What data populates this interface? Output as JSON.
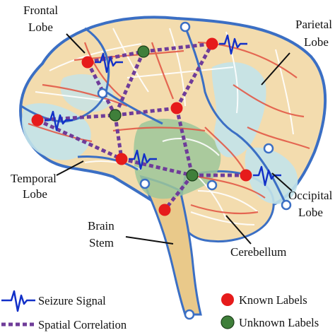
{
  "colors": {
    "background": "#ffffff",
    "brain_fill": "#f3dcae",
    "brain_outline": "#3b6fc4",
    "green_region": "#9cc79a",
    "blue_region": "#c3e3ea",
    "road": "#e35a48",
    "street": "#ffffff",
    "known_node": "#e61b1b",
    "unknown_node": "#3f7f3a",
    "junction_node": "#ffffff",
    "seizure_signal": "#1230c8",
    "spatial_correlation": "#6f3c99",
    "leader_line": "#111111"
  },
  "icons": {
    "seizure": "seizure-signal-icon",
    "correlation": "spatial-correlation-icon",
    "known": "known-label-dot-icon",
    "unknown": "unknown-label-dot-icon"
  },
  "labels": {
    "frontal": [
      "Frontal",
      "Lobe"
    ],
    "parietal": [
      "Parietal",
      "Lobe"
    ],
    "temporal": [
      "Temporal",
      "Lobe"
    ],
    "occipital": [
      "Occipital",
      "Lobe"
    ],
    "brain_stem": [
      "Brain",
      "Stem"
    ],
    "cerebellum": "Cerebellum"
  },
  "legend": {
    "seizure_signal": "Seizure Signal",
    "spatial_correlation": "Spatial Correlation",
    "known_labels": "Known Labels",
    "unknown_labels": "Unknown Labels"
  },
  "graph": {
    "nodes": [
      {
        "id": "n1",
        "status": "known"
      },
      {
        "id": "n2",
        "status": "unknown"
      },
      {
        "id": "n3",
        "status": "known"
      },
      {
        "id": "n4",
        "status": "known"
      },
      {
        "id": "n5",
        "status": "unknown"
      },
      {
        "id": "n6",
        "status": "known"
      },
      {
        "id": "n7",
        "status": "known"
      },
      {
        "id": "n8",
        "status": "unknown"
      },
      {
        "id": "n9",
        "status": "known"
      },
      {
        "id": "n10",
        "status": "known"
      }
    ],
    "edges": [
      [
        "n1",
        "n2"
      ],
      [
        "n2",
        "n3"
      ],
      [
        "n1",
        "n5"
      ],
      [
        "n2",
        "n5"
      ],
      [
        "n5",
        "n6"
      ],
      [
        "n4",
        "n5"
      ],
      [
        "n4",
        "n7"
      ],
      [
        "n5",
        "n7"
      ],
      [
        "n6",
        "n8"
      ],
      [
        "n7",
        "n8"
      ],
      [
        "n8",
        "n9"
      ],
      [
        "n8",
        "n10"
      ],
      [
        "n6",
        "n3"
      ]
    ],
    "signals": [
      "n1",
      "n3",
      "n4",
      "n7",
      "n9"
    ]
  }
}
